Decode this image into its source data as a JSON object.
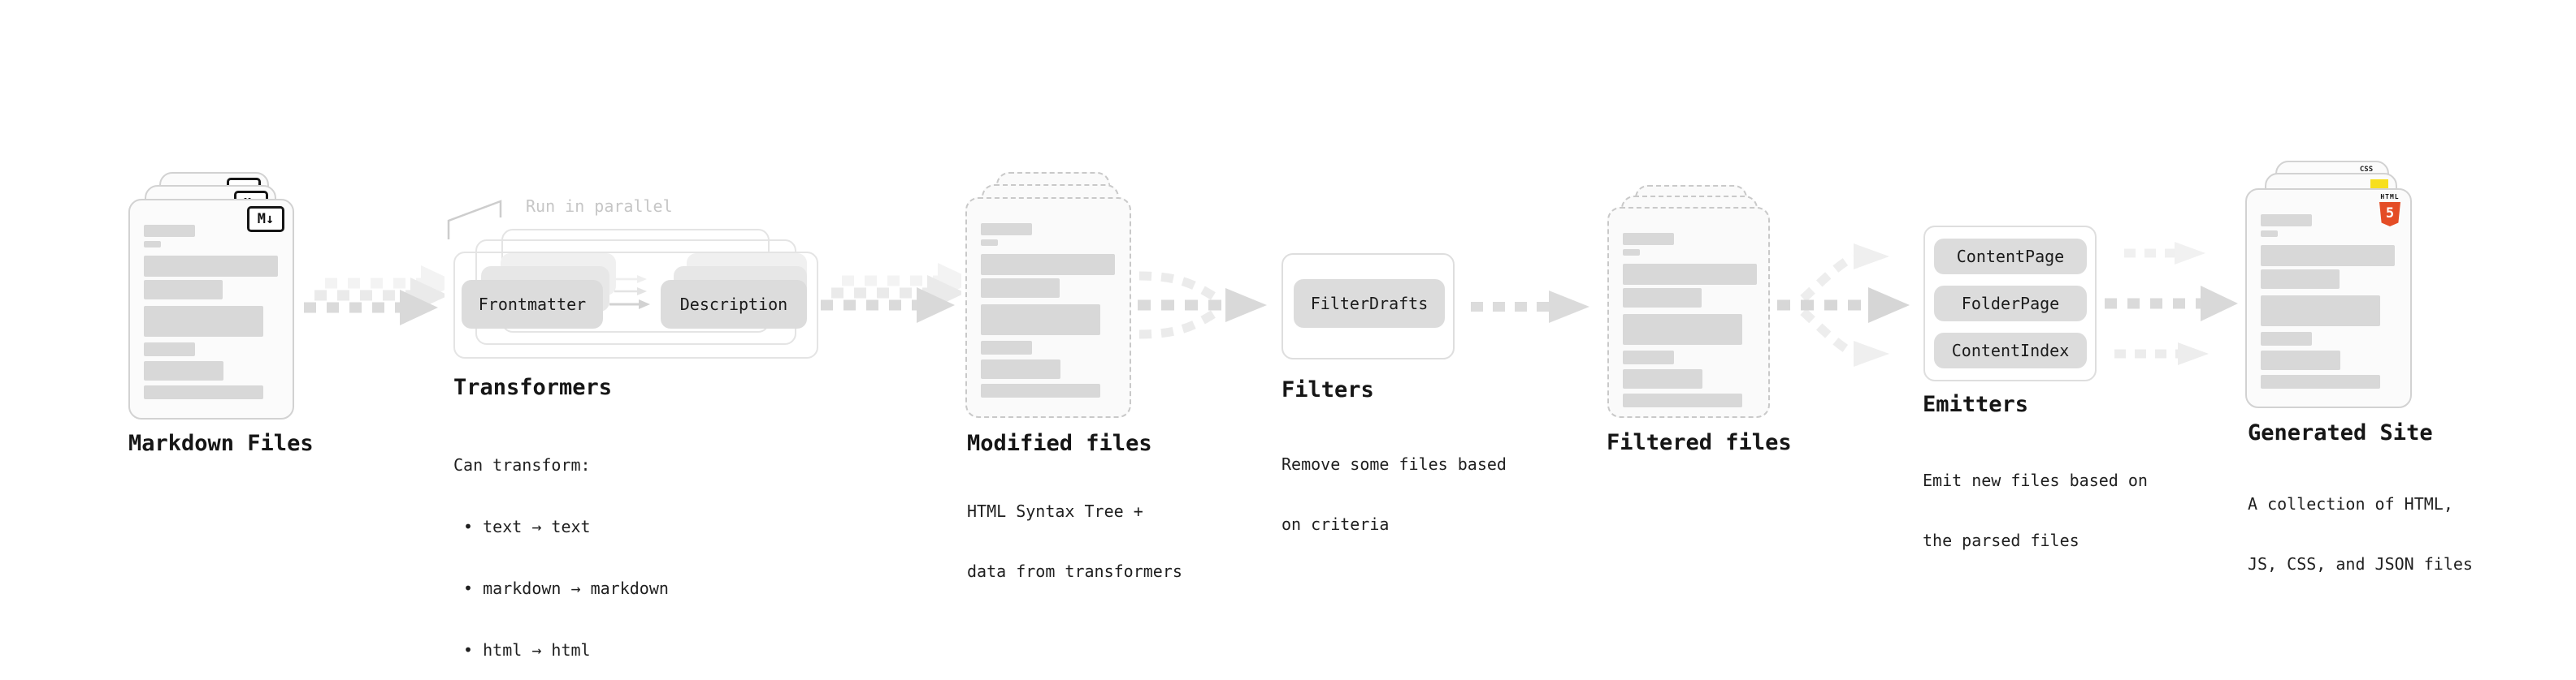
{
  "diagram": {
    "markdown_files": {
      "title": "Markdown Files",
      "badge": "M↓"
    },
    "transformers": {
      "annotation": "Run in parallel",
      "pill_source": "Frontmatter",
      "pill_target": "Description",
      "title": "Transformers",
      "caption": [
        "Can transform:",
        " • text → text",
        " • markdown → markdown",
        " • html → html"
      ]
    },
    "modified_files": {
      "title": "Modified files",
      "caption": [
        "HTML Syntax Tree +",
        "data from transformers"
      ]
    },
    "filters": {
      "pill": "FilterDrafts",
      "title": "Filters",
      "caption": [
        "Remove some files based",
        "on criteria"
      ]
    },
    "filtered_files": {
      "title": "Filtered files"
    },
    "emitters": {
      "pills": [
        "ContentPage",
        "FolderPage",
        "ContentIndex"
      ],
      "title": "Emitters",
      "caption": [
        "Emit new files based on",
        "the parsed files"
      ]
    },
    "generated_site": {
      "title": "Generated Site",
      "caption": [
        "A collection of HTML,",
        "JS, CSS, and JSON files"
      ],
      "badge_css": "CSS",
      "badge_html_label": "HTML",
      "badge_html_number": "5"
    }
  },
  "colors": {
    "html5_orange": "#e44d26",
    "js_yellow": "#f7df1e",
    "css_blue": "#2962ff"
  }
}
